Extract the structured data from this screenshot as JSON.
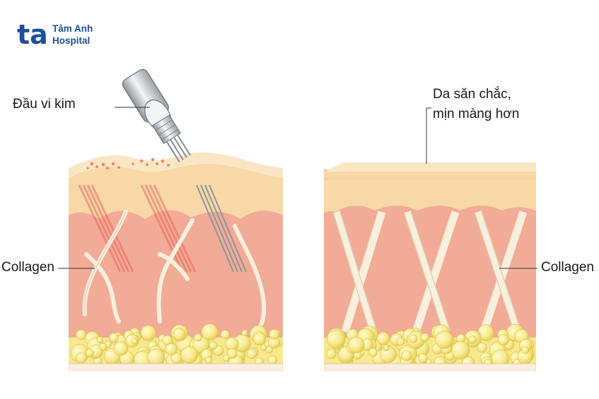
{
  "logo": {
    "mark": "ta",
    "line1": "Tâm Anh",
    "line2": "Hospital",
    "color": "#1f4f9a"
  },
  "labels": {
    "needle_head": "Đầu vi kim",
    "collagen_left": "Collagen",
    "collagen_right": "Collagen",
    "result_line1": "Da săn chắc,",
    "result_line2": "mịn màng hơn"
  },
  "colors": {
    "epidermis": "#f7d8a6",
    "epidermis_top": "#fbe6c4",
    "dermis": "#f2ab96",
    "collagen": "#f8efdc",
    "fat": "#f7e88e",
    "fat_dark": "#e6d25a",
    "needle_metal": "#bfc3c7"
  }
}
